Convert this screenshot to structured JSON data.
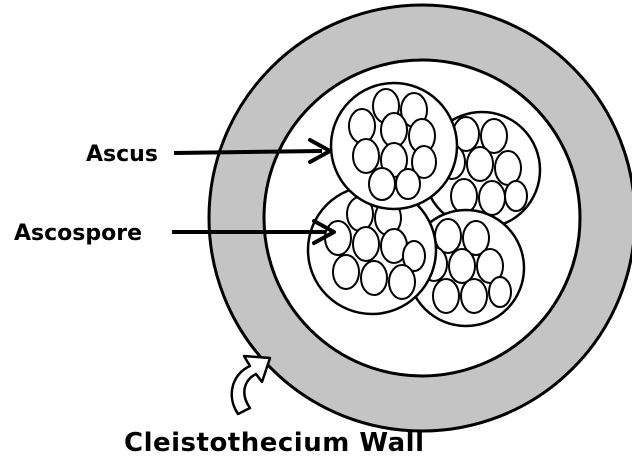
{
  "labels": {
    "ascus": "Ascus",
    "ascospore": "Ascospore",
    "wall": "Cleistothecium Wall"
  },
  "colors": {
    "wall_fill": "#c4c4c4",
    "outline": "#000000",
    "background": "#ffffff"
  }
}
